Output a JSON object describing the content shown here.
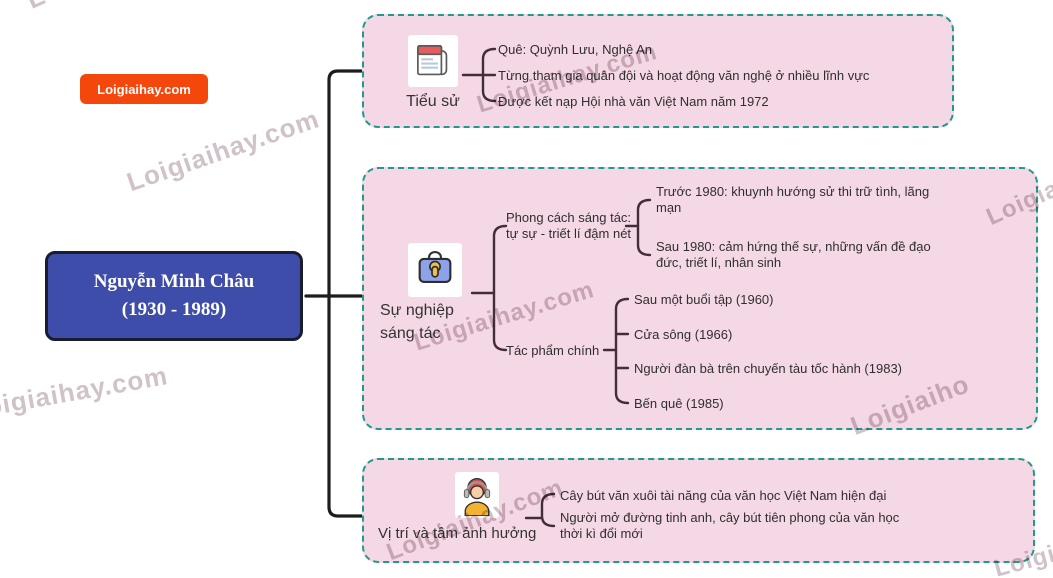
{
  "root": {
    "title": "Nguyễn Minh Châu\n(1930 - 1989)"
  },
  "badge": {
    "label": "Loigiaihay.com"
  },
  "branches": [
    {
      "label": "Tiểu sử",
      "icon": "newspaper-icon",
      "items": [
        "Quê: Quỳnh Lưu, Nghệ An",
        "Từng tham gia quân đội và hoạt động văn nghệ ở nhiều lĩnh vực",
        "Được kết nạp Hội nhà văn Việt Nam năm 1972"
      ]
    },
    {
      "label": "Sự nghiệp sáng tác",
      "icon": "briefcase-icon",
      "sub_branches": [
        {
          "label": "Phong cách sáng tác:\ntự sự - triết lí đậm nét",
          "items": [
            "Trước 1980: khuynh hướng sử thi trữ tình, lãng mạn",
            "Sau 1980: cảm hứng thế sự, những vấn đề đạo đức, triết lí, nhân sinh"
          ]
        },
        {
          "label": "Tác phẩm chính",
          "items": [
            "Sau một buổi tập (1960)",
            "Cửa sông (1966)",
            "Người đàn bà trên chuyến tàu tốc hành (1983)",
            "Bến quê (1985)"
          ]
        }
      ]
    },
    {
      "label": "Vị trí và tầm ảnh hưởng",
      "icon": "person-headphones-icon",
      "items": [
        "Cây bút văn xuôi tài năng của văn học Việt Nam hiện đại",
        "Người mở đường tinh anh, cây bút tiên phong của văn học thời kì đổi mới"
      ]
    }
  ],
  "watermarks": [
    {
      "text": "Loigiaihay."
    },
    {
      "text": "Loigiaihay.com"
    },
    {
      "text": "oigiaihay.com"
    },
    {
      "text": "Loigiaihay.com"
    },
    {
      "text": "Loigiaihay.com"
    },
    {
      "text": "Loigiaiho"
    },
    {
      "text": "Loigiaihay.com"
    },
    {
      "text": "Loigiai"
    },
    {
      "text": "Loigiaiho"
    }
  ],
  "colors": {
    "box_fill": "#f5d8e5",
    "box_border": "#1f9a8c",
    "root_fill": "#3f4daa",
    "root_border": "#1a1c30",
    "badge_bg": "#f4470b",
    "connector_main": "#1d1d1d",
    "connector_inner": "#412e3a",
    "text_color": "#2f2f2f",
    "watermark": "#cfc2c9"
  }
}
